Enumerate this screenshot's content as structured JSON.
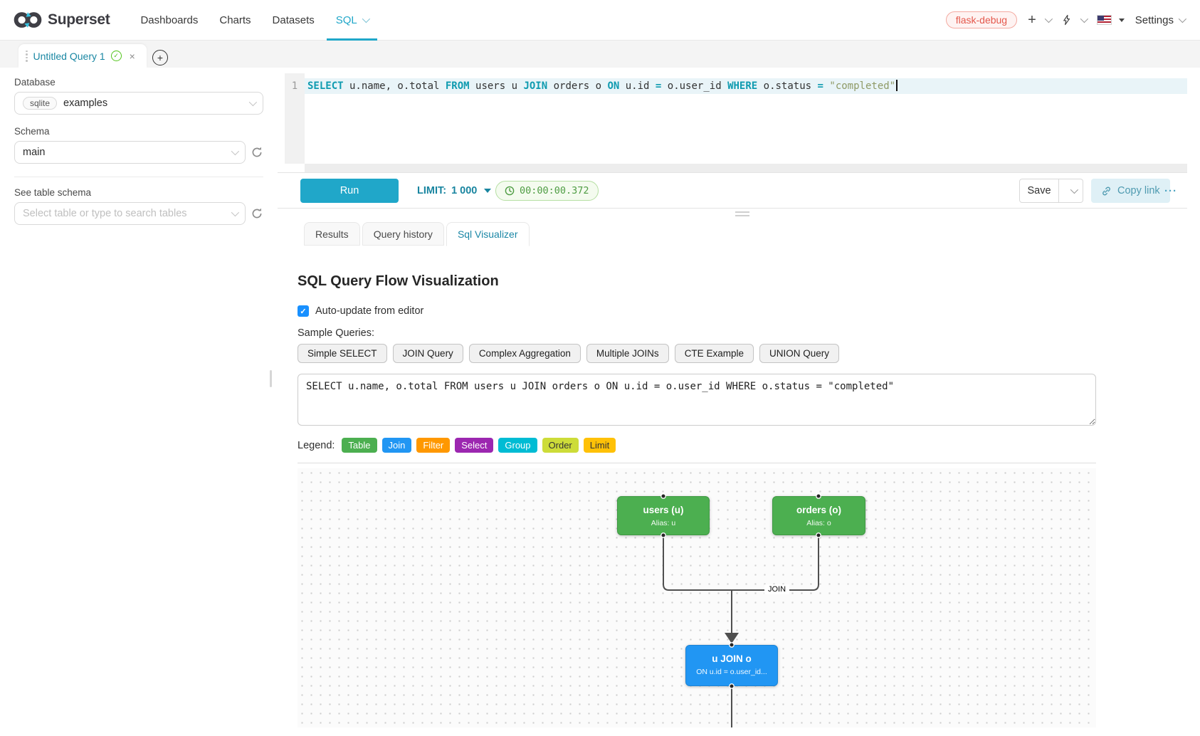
{
  "navbar": {
    "brand": "Superset",
    "items": [
      {
        "label": "Dashboards"
      },
      {
        "label": "Charts"
      },
      {
        "label": "Datasets"
      },
      {
        "label": "SQL"
      }
    ],
    "environment_tag": "flask-debug",
    "settings_label": "Settings"
  },
  "icons": {
    "plus": "+",
    "close": "×",
    "check": "✓",
    "ellipsis": "···"
  },
  "query_tabs": {
    "active_tab_label": "Untitled Query 1"
  },
  "sidebar": {
    "database_label": "Database",
    "database_engine": "sqlite",
    "database_value": "examples",
    "schema_label": "Schema",
    "schema_value": "main",
    "table_section_label": "See table schema",
    "table_placeholder": "Select table or type to search tables"
  },
  "editor": {
    "line_number": "1",
    "tokens": [
      {
        "text": "SELECT",
        "type": "keyword"
      },
      {
        "text": " u.name, o.total ",
        "type": "plain"
      },
      {
        "text": "FROM",
        "type": "keyword"
      },
      {
        "text": " users u ",
        "type": "plain"
      },
      {
        "text": "JOIN",
        "type": "keyword"
      },
      {
        "text": " orders o ",
        "type": "plain"
      },
      {
        "text": "ON",
        "type": "keyword"
      },
      {
        "text": " u.id ",
        "type": "plain"
      },
      {
        "text": "=",
        "type": "operator"
      },
      {
        "text": " o.user_id ",
        "type": "plain"
      },
      {
        "text": "WHERE",
        "type": "keyword"
      },
      {
        "text": " o.status ",
        "type": "plain"
      },
      {
        "text": "=",
        "type": "operator"
      },
      {
        "text": " ",
        "type": "plain"
      },
      {
        "text": "\"completed\"",
        "type": "string"
      }
    ]
  },
  "toolbar": {
    "run_label": "Run",
    "limit_label": "LIMIT:",
    "limit_value": "1 000",
    "elapsed_time": "00:00:00.372",
    "save_label": "Save",
    "copy_link_label": "Copy link"
  },
  "result_tabs": {
    "items": [
      {
        "label": "Results"
      },
      {
        "label": "Query history"
      },
      {
        "label": "Sql Visualizer"
      }
    ],
    "active": "Sql Visualizer"
  },
  "visualizer": {
    "title": "SQL Query Flow Visualization",
    "auto_update_label": "Auto-update from editor",
    "auto_update_checked": true,
    "sample_queries_label": "Sample Queries:",
    "sample_buttons": [
      "Simple SELECT",
      "JOIN Query",
      "Complex Aggregation",
      "Multiple JOINs",
      "CTE Example",
      "UNION Query"
    ],
    "sql_input_value": "SELECT u.name, o.total FROM users u JOIN orders o ON u.id = o.user_id WHERE o.status = \"completed\"",
    "legend_label": "Legend:",
    "legend_items": [
      {
        "label": "Table",
        "color": "#4CAF50"
      },
      {
        "label": "Join",
        "color": "#2196F3"
      },
      {
        "label": "Filter",
        "color": "#FF9800"
      },
      {
        "label": "Select",
        "color": "#9C27B0"
      },
      {
        "label": "Group",
        "color": "#00BCD4"
      },
      {
        "label": "Order",
        "color": "#CDDC39"
      },
      {
        "label": "Limit",
        "color": "#FFC107"
      }
    ],
    "flow": {
      "nodes": [
        {
          "title": "users (u)",
          "subtitle": "Alias: u",
          "type": "table"
        },
        {
          "title": "orders (o)",
          "subtitle": "Alias: o",
          "type": "table"
        },
        {
          "title": "u JOIN o",
          "subtitle": "ON u.id = o.user_id...",
          "type": "join"
        }
      ],
      "edge_label": "JOIN"
    }
  },
  "colors": {
    "primary": "#20a7c9",
    "env_tag_text": "#e4584c",
    "timer_text": "#4f9d44",
    "sql_keyword": "#0f9bb0",
    "sql_string": "#8f9a66",
    "node_table": "#4CAF50",
    "node_join": "#2196F3",
    "edge": "#4f4f4f",
    "checkbox": "#1890ff",
    "active_tab_text": "#1b87a6"
  }
}
